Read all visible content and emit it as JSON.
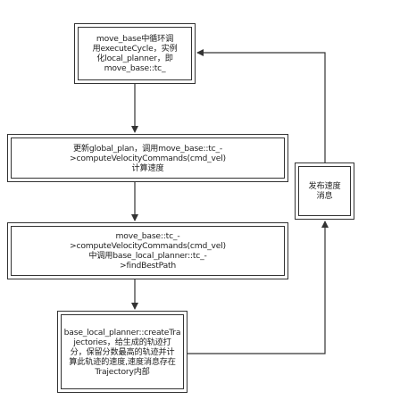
{
  "diagram": {
    "nodes": {
      "loop": "move_base中循环调\n用executeCycle，实例\n化local_planner，即\nmove_base::tc_",
      "compute": "更新global_plan，调用move_base::tc_-\n>computeVelocityCommands(cmd_vel)\n计算速度",
      "find_path": "move_base::tc_-\n>computeVelocityCommands(cmd_vel)\n中调用base_local_planner::tc_-\n>findBestPath",
      "trajectories": "base_local_planner::createTra\njectories，给生成的轨迹打\n分，保留分数最高的轨迹并计\n算此轨迹的速度,速度消息存在\nTrajectory内部",
      "publish": "发布速度\n消息"
    },
    "colors": {
      "stroke": "#333333",
      "background": "#ffffff"
    }
  }
}
